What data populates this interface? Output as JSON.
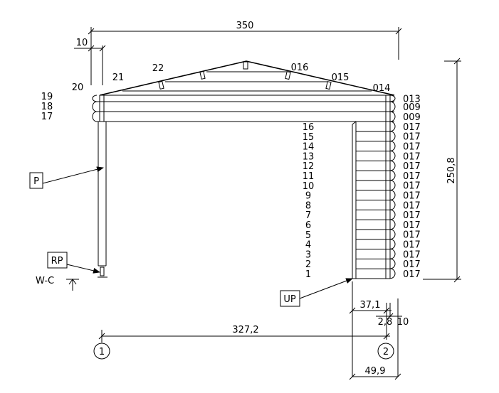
{
  "dimensions": {
    "total_width": "350",
    "left_offset": "10",
    "height": "250,8",
    "axis_span": "327,2",
    "d_37_1": "37,1",
    "d_2_8": "2,8",
    "d_10": "10",
    "d_49_9": "49,9"
  },
  "roof_labels": [
    "22",
    "016",
    "015",
    "014"
  ],
  "left_labels": {
    "n20": "20",
    "n21": "21",
    "log_numbers": [
      "19",
      "18",
      "17"
    ]
  },
  "wall_log_numbers": [
    "16",
    "15",
    "14",
    "13",
    "12",
    "11",
    "10",
    "9",
    "8",
    "7",
    "6",
    "5",
    "4",
    "3",
    "2",
    "1"
  ],
  "right_log_codes": [
    "013",
    "009",
    "009",
    "017",
    "017",
    "017",
    "017",
    "017",
    "017",
    "017",
    "017",
    "017",
    "017",
    "017",
    "017",
    "017",
    "017",
    "017",
    "017"
  ],
  "callouts": {
    "p": "P",
    "rp": "RP",
    "up": "UP",
    "wc": "W-C"
  },
  "axes": {
    "axis1": "1",
    "axis2": "2"
  }
}
